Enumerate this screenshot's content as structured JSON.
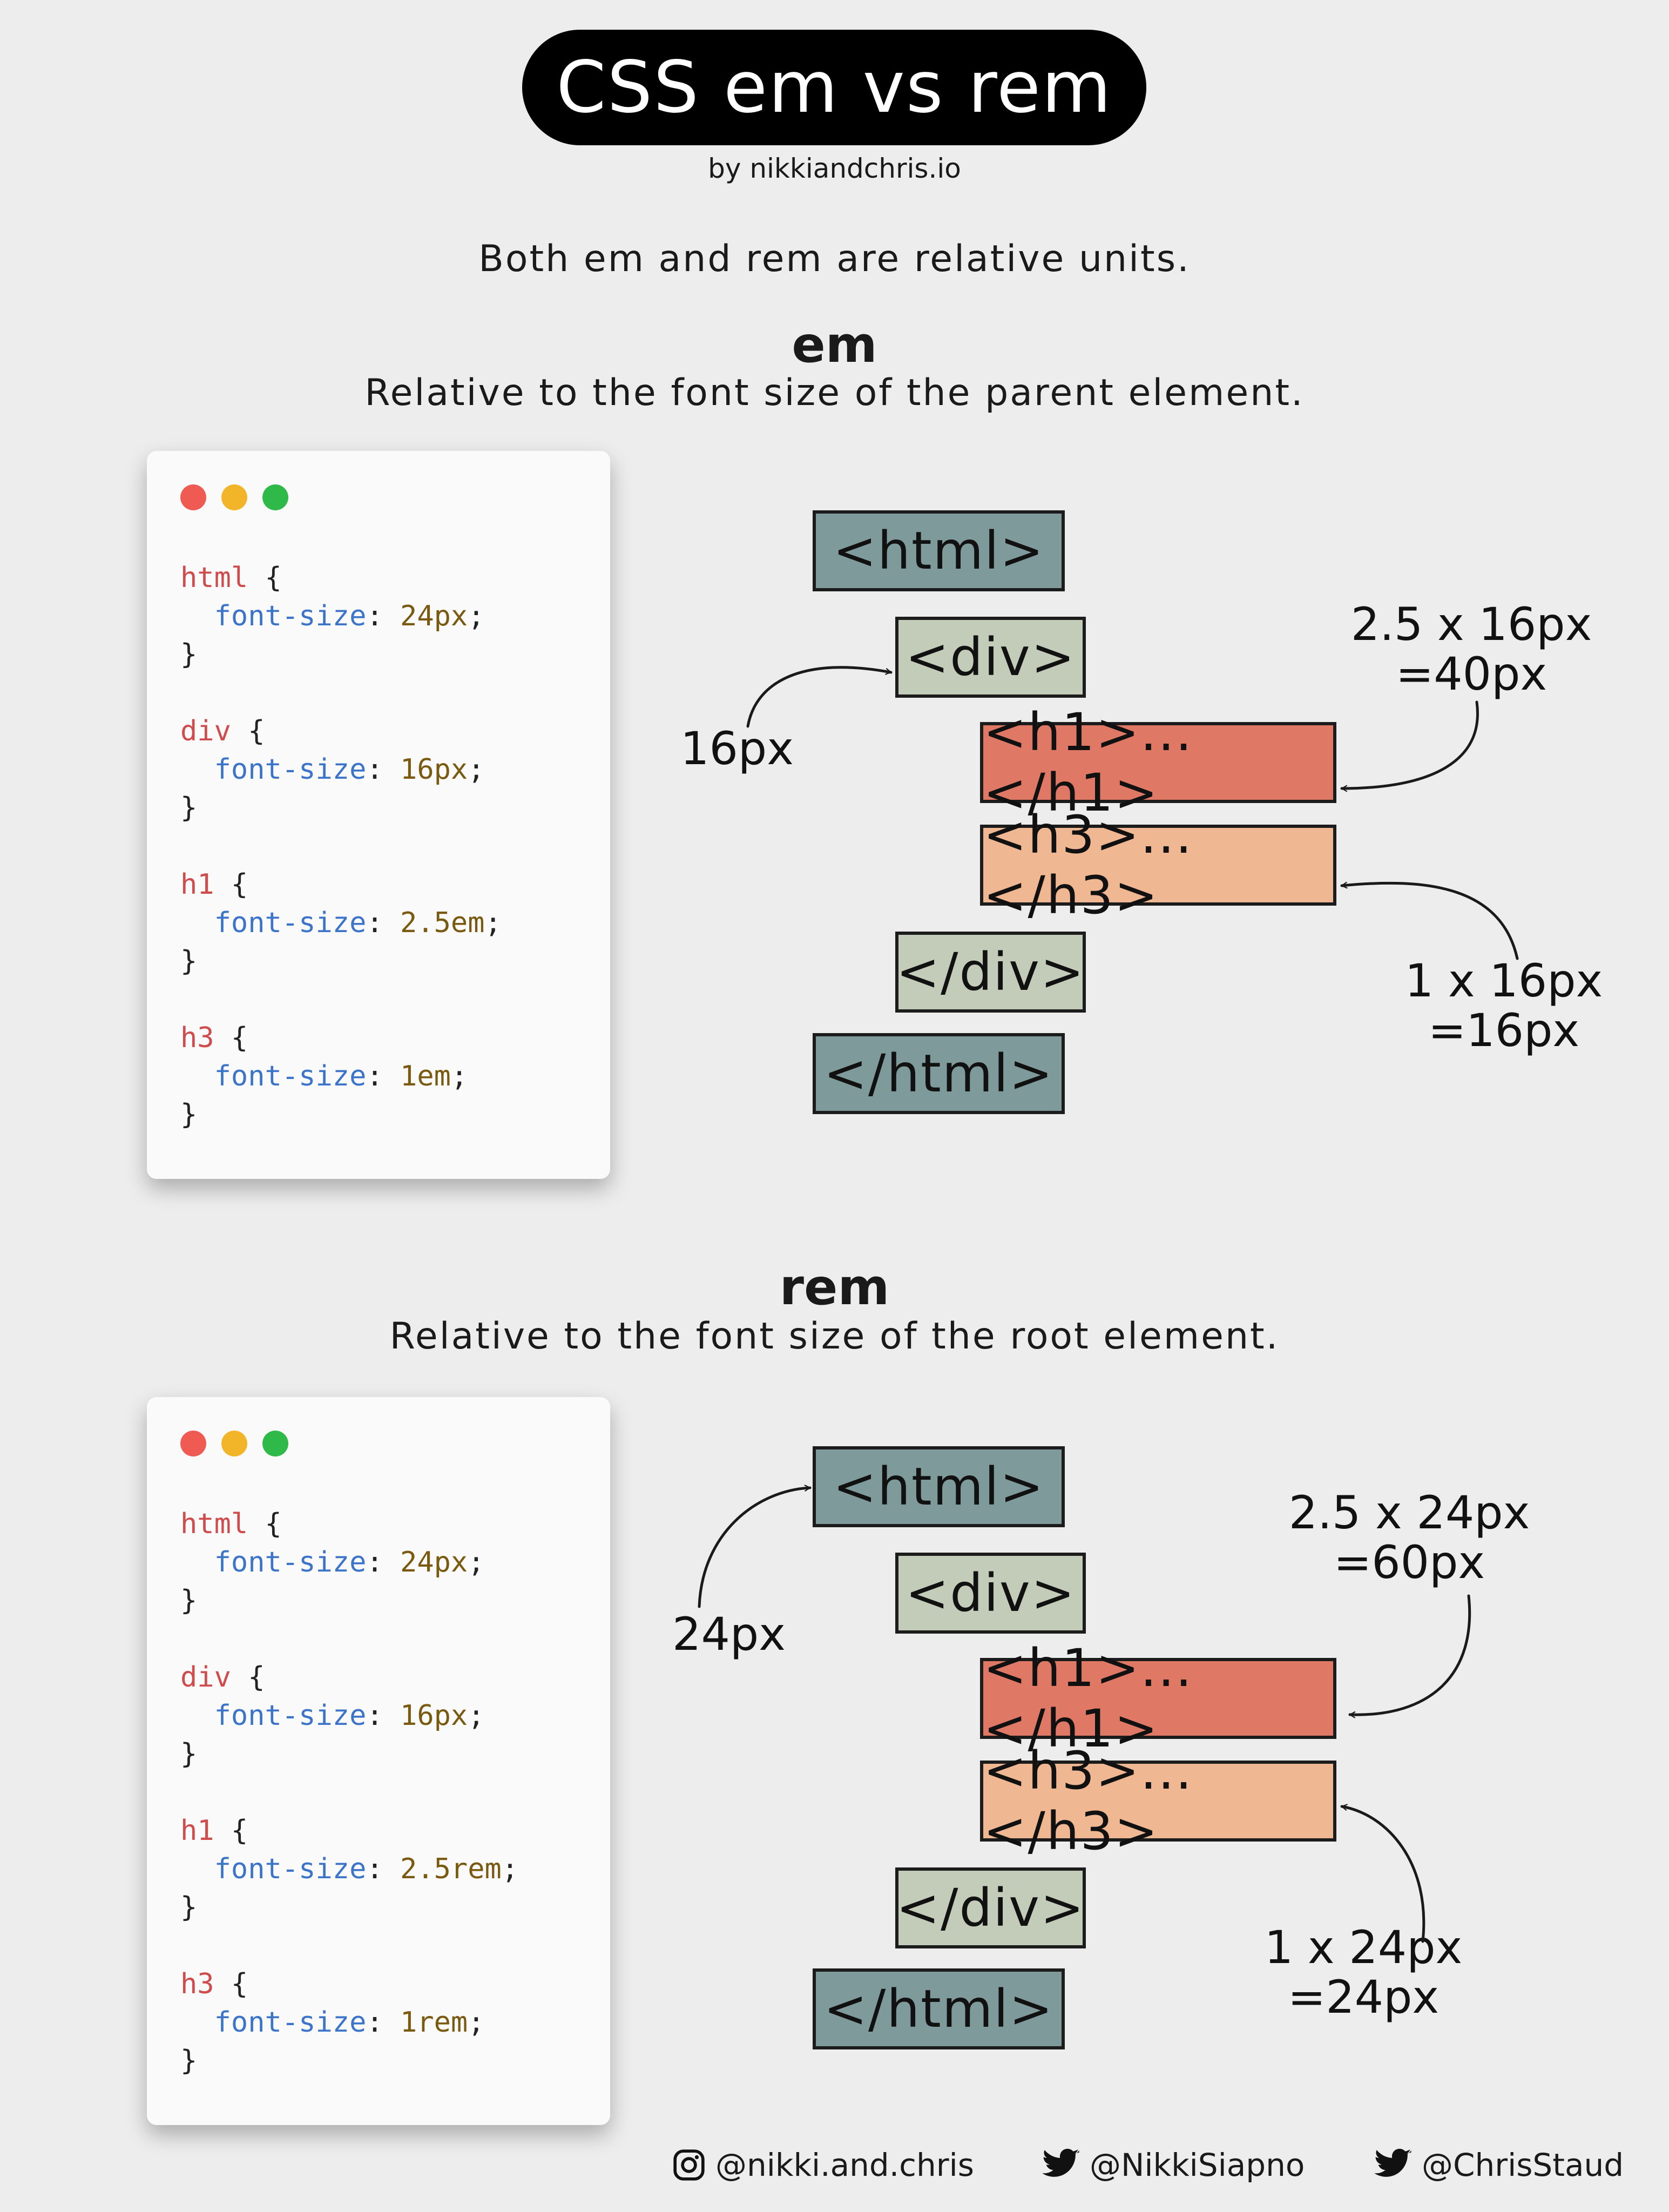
{
  "header": {
    "title": "CSS em vs rem",
    "byline": "by nikkiandchris.io",
    "intro": "Both em and rem are relative units."
  },
  "em_section": {
    "heading": "em",
    "subheading": "Relative to the font size of the parent element.",
    "code": {
      "html_sel": "html",
      "html_prop": "font-size",
      "html_val": "24px",
      "div_sel": "div",
      "div_prop": "font-size",
      "div_val": "16px",
      "h1_sel": "h1",
      "h1_prop": "font-size",
      "h1_val": "2.5em",
      "h3_sel": "h3",
      "h3_prop": "font-size",
      "h3_val": "1em"
    },
    "tags": {
      "html_open": "<html>",
      "div_open": "<div>",
      "h1": "<h1>...</h1>",
      "h3": "<h3>...</h3>",
      "div_close": "</div>",
      "html_close": "</html>"
    },
    "base_label": "16px",
    "h1_calc_line1": "2.5 x 16px",
    "h1_calc_line2": "=40px",
    "h3_calc_line1": "1 x 16px",
    "h3_calc_line2": "=16px"
  },
  "rem_section": {
    "heading": "rem",
    "subheading": "Relative to the font size of the root element.",
    "code": {
      "html_sel": "html",
      "html_prop": "font-size",
      "html_val": "24px",
      "div_sel": "div",
      "div_prop": "font-size",
      "div_val": "16px",
      "h1_sel": "h1",
      "h1_prop": "font-size",
      "h1_val": "2.5rem",
      "h3_sel": "h3",
      "h3_prop": "font-size",
      "h3_val": "1rem"
    },
    "tags": {
      "html_open": "<html>",
      "div_open": "<div>",
      "h1": "<h1>...</h1>",
      "h3": "<h3>...</h3>",
      "div_close": "</div>",
      "html_close": "</html>"
    },
    "base_label": "24px",
    "h1_calc_line1": "2.5 x 24px",
    "h1_calc_line2": "=60px",
    "h3_calc_line1": "1 x 24px",
    "h3_calc_line2": "=24px"
  },
  "footer": {
    "instagram": "@nikki.and.chris",
    "twitter_1": "@NikkiSiapno",
    "twitter_2": "@ChrisStaud"
  },
  "colors": {
    "html_tag": "#7f9a9a",
    "div_tag": "#c3ccb9",
    "h1_tag": "#e07866",
    "h3_tag": "#efb792",
    "dot_red": "#ef5b52",
    "dot_yellow": "#f2b52a",
    "dot_green": "#2fb948"
  },
  "icons": [
    "instagram-icon",
    "twitter-icon"
  ]
}
